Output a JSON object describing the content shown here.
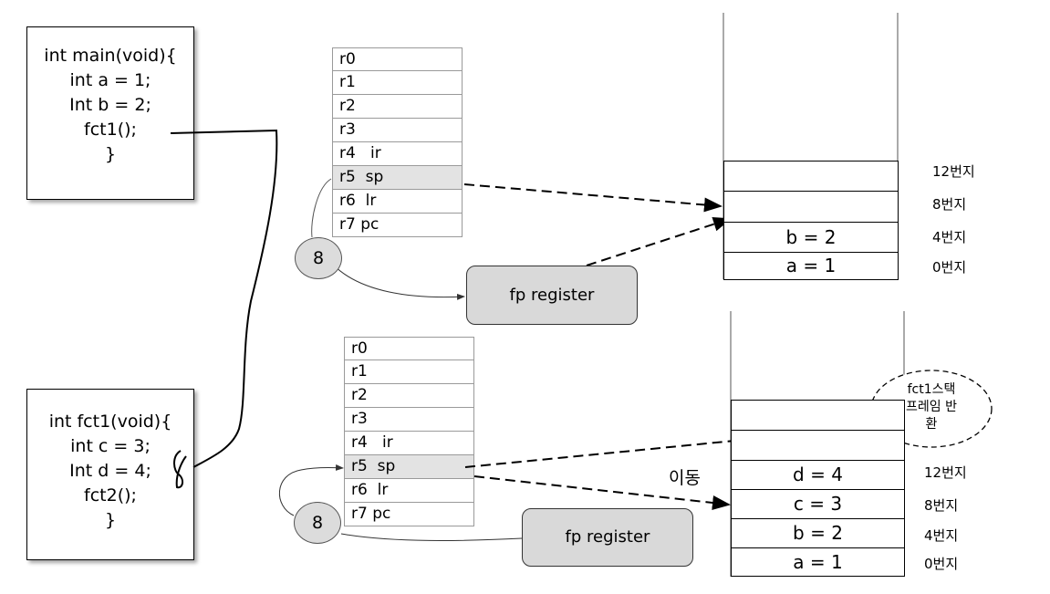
{
  "main_code": [
    "int main(void){",
    "int a = 1;",
    "Int b = 2;",
    "fct1();",
    "}"
  ],
  "fct1_code": [
    "int fct1(void){",
    "int c = 3;",
    "Int d = 4;",
    "fct2();",
    "}"
  ],
  "top_panel": {
    "registers": [
      "r0",
      "r1",
      "r2",
      "r3",
      "r4   ir",
      "r5  sp",
      "r6  lr",
      "r7 pc"
    ],
    "circle_value": "8",
    "fp_label": "fp register",
    "stack_cells": [
      "",
      "",
      "b = 2",
      "a = 1"
    ],
    "addresses": [
      "12번지",
      "8번지",
      "4번지",
      "0번지"
    ]
  },
  "bottom_panel": {
    "registers": [
      "r0",
      "r1",
      "r2",
      "r3",
      "r4   ir",
      "r5  sp",
      "r6  lr",
      "r7 pc"
    ],
    "circle_value": "8",
    "fp_label": "fp register",
    "stack_cells": [
      "",
      "",
      "d = 4",
      "c = 3",
      "b = 2",
      "a = 1"
    ],
    "addresses": [
      "12번지",
      "8번지",
      "4번지",
      "0번지"
    ],
    "move_label": "이동",
    "bubble_lines": [
      "fct1스택",
      "프레임 반",
      "환"
    ]
  }
}
